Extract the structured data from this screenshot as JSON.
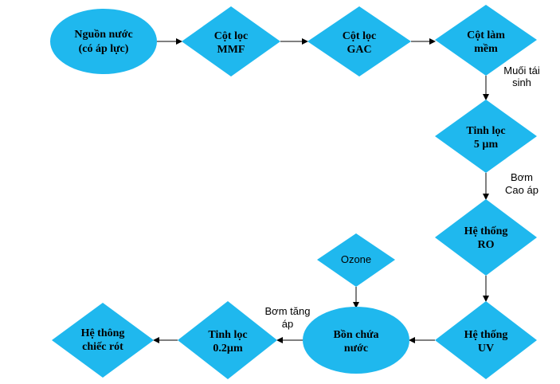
{
  "colors": {
    "node_fill": "#1fb8ee",
    "arrow": "#000000",
    "background": "#ffffff"
  },
  "nodes": {
    "source": {
      "line1": "Nguồn nước",
      "line2": "(có áp lực)"
    },
    "mmf": {
      "line1": "Cột lọc",
      "line2": "MMF"
    },
    "gac": {
      "line1": "Cột lọc",
      "line2": "GAC"
    },
    "softener": {
      "line1": "Cột làm",
      "line2": "mềm"
    },
    "filter5": {
      "line1": "Tinh lọc",
      "line2": "5 µm"
    },
    "ro": {
      "line1": "Hệ thống",
      "line2": "RO"
    },
    "ozone": {
      "line1": "Ozone"
    },
    "uv": {
      "line1": "Hệ thống",
      "line2": "UV"
    },
    "tank": {
      "line1": "Bồn chứa",
      "line2": "nước"
    },
    "filter02": {
      "line1": "Tinh lọc",
      "line2": "0.2µm"
    },
    "filling": {
      "line1": "Hệ thông",
      "line2": "chiếc rót"
    }
  },
  "edge_labels": {
    "regen_salt": {
      "line1": "Muối tái",
      "line2": "sinh"
    },
    "hp_pump": {
      "line1": "Bơm",
      "line2": "Cao áp"
    },
    "booster_pump": {
      "line1": "Bơm tăng",
      "line2": "áp"
    }
  }
}
